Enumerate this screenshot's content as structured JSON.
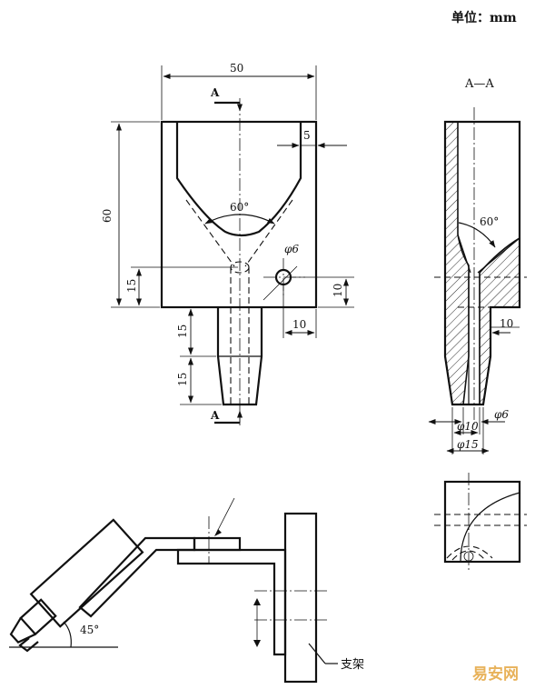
{
  "unit_label": "单位：mm",
  "section_label": "A—A",
  "section_mark_top": "A",
  "section_mark_bottom": "A",
  "dimensions": {
    "width_50": "50",
    "height_60": "60",
    "wall_5": "5",
    "angle_front": "60°",
    "hole_phi6_front": "φ6",
    "left_15": "15",
    "right_10": "10",
    "offset_10": "10",
    "nozzle_15_upper": "15",
    "nozzle_15_lower": "15",
    "angle_section": "60°",
    "section_10": "10",
    "phi6_section": "φ6",
    "phi10": "φ10",
    "phi15": "φ15",
    "assembly_angle": "45°"
  },
  "bracket_label": "支架",
  "watermark": "易安网",
  "colors": {
    "ink": "#111111",
    "watermark": "#e8b25a",
    "background": "#ffffff"
  }
}
